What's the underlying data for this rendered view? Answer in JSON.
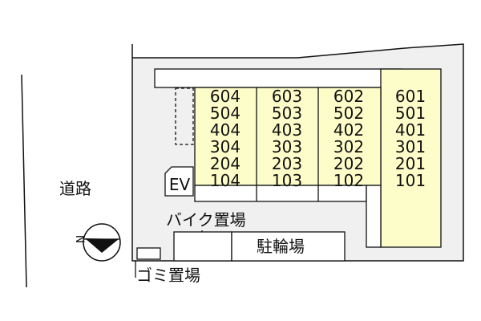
{
  "site": {
    "road_label": "道路",
    "elevator_label": "EV",
    "bike_parking_label": "バイク置場",
    "bicycle_parking_label": "駐輪場",
    "garbage_label": "ゴミ置場",
    "compass_label": "N"
  },
  "building": {
    "columns": [
      {
        "units": [
          "604",
          "504",
          "404",
          "304",
          "204",
          "104"
        ]
      },
      {
        "units": [
          "603",
          "503",
          "403",
          "303",
          "203",
          "103"
        ]
      },
      {
        "units": [
          "602",
          "502",
          "402",
          "302",
          "202",
          "102"
        ]
      },
      {
        "units": [
          "601",
          "501",
          "401",
          "301",
          "201",
          "101"
        ]
      }
    ]
  },
  "colors": {
    "site_fill": "#f0f0f0",
    "unit_fill": "#fdfdc9",
    "line": "#111111",
    "white": "#ffffff"
  }
}
